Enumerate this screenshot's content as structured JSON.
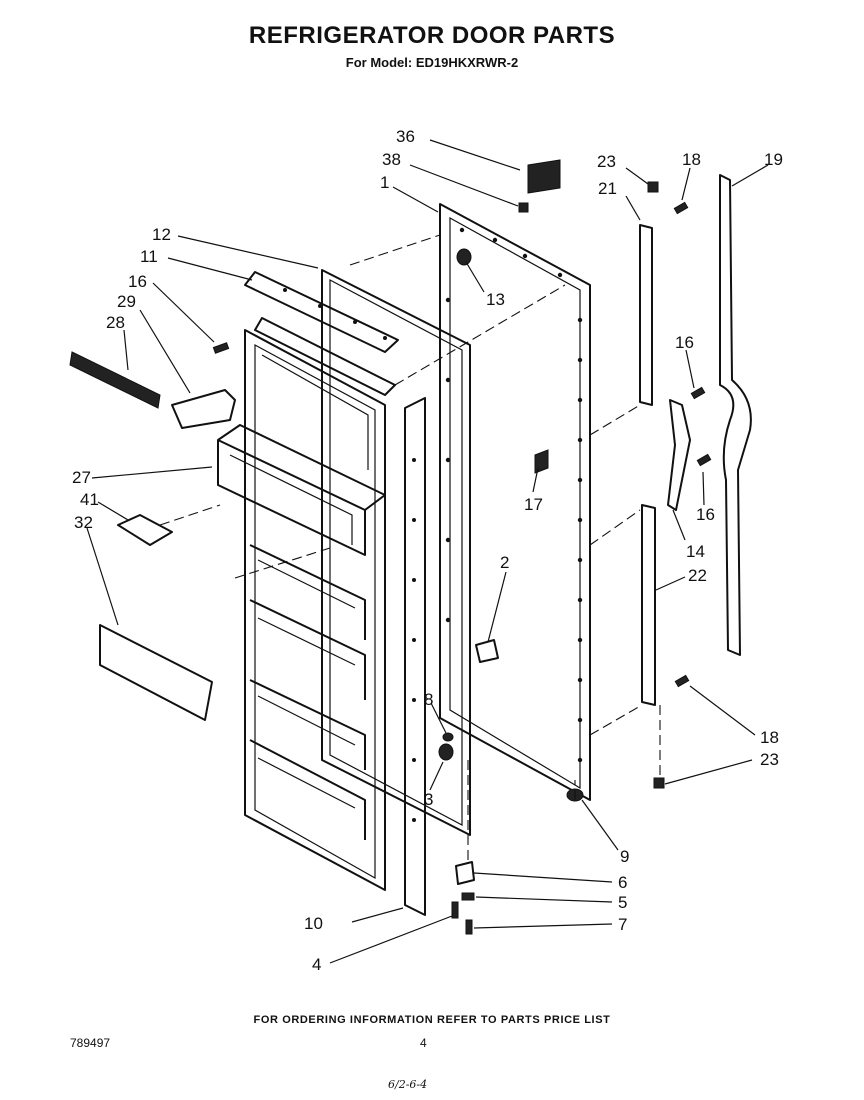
{
  "header": {
    "title": "REFRIGERATOR DOOR PARTS",
    "subtitle": "For Model: ED19HKXRWR-2"
  },
  "callouts": [
    {
      "id": "c36",
      "label": "36"
    },
    {
      "id": "c38",
      "label": "38"
    },
    {
      "id": "c1",
      "label": "1"
    },
    {
      "id": "c23a",
      "label": "23"
    },
    {
      "id": "c18a",
      "label": "18"
    },
    {
      "id": "c19",
      "label": "19"
    },
    {
      "id": "c21",
      "label": "21"
    },
    {
      "id": "c12",
      "label": "12"
    },
    {
      "id": "c11",
      "label": "11"
    },
    {
      "id": "c16a",
      "label": "16"
    },
    {
      "id": "c13",
      "label": "13"
    },
    {
      "id": "c29",
      "label": "29"
    },
    {
      "id": "c28",
      "label": "28"
    },
    {
      "id": "c16b",
      "label": "16"
    },
    {
      "id": "c27",
      "label": "27"
    },
    {
      "id": "c17",
      "label": "17"
    },
    {
      "id": "c16c",
      "label": "16"
    },
    {
      "id": "c41",
      "label": "41"
    },
    {
      "id": "c32",
      "label": "32"
    },
    {
      "id": "c14",
      "label": "14"
    },
    {
      "id": "c2",
      "label": "2"
    },
    {
      "id": "c22",
      "label": "22"
    },
    {
      "id": "c8",
      "label": "8"
    },
    {
      "id": "c18b",
      "label": "18"
    },
    {
      "id": "c23b",
      "label": "23"
    },
    {
      "id": "c3",
      "label": "3"
    },
    {
      "id": "c9",
      "label": "9"
    },
    {
      "id": "c6",
      "label": "6"
    },
    {
      "id": "c5",
      "label": "5"
    },
    {
      "id": "c10",
      "label": "10"
    },
    {
      "id": "c7",
      "label": "7"
    },
    {
      "id": "c4",
      "label": "4"
    }
  ],
  "footer": {
    "note": "FOR ORDERING INFORMATION REFER TO PARTS PRICE LIST",
    "doc_number": "789497",
    "page_number": "4",
    "handwritten": "6/2-6-4"
  }
}
